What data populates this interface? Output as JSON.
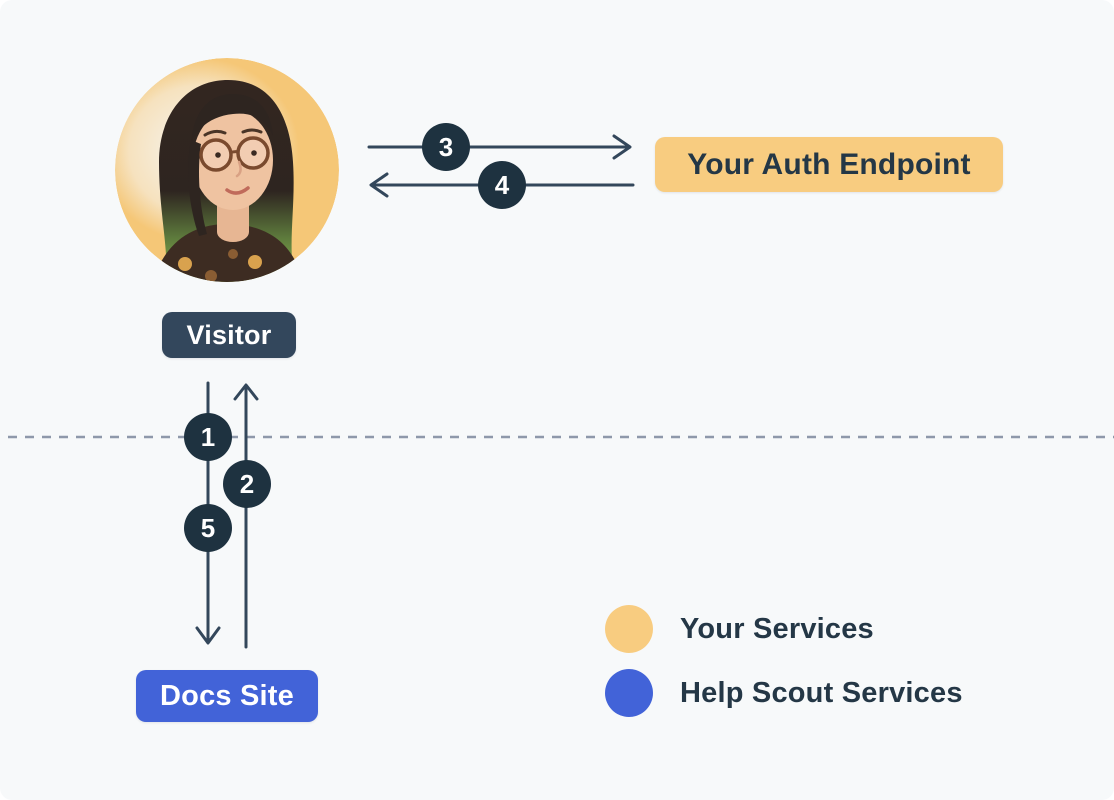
{
  "nodes": {
    "visitor": {
      "label": "Visitor"
    },
    "auth_endpoint": {
      "label": "Your Auth Endpoint"
    },
    "docs_site": {
      "label": "Docs Site"
    }
  },
  "steps": [
    {
      "number": "1",
      "from": "visitor",
      "to": "docs_site",
      "direction": "down"
    },
    {
      "number": "2",
      "from": "docs_site",
      "to": "visitor",
      "direction": "up"
    },
    {
      "number": "3",
      "from": "visitor",
      "to": "auth_endpoint",
      "direction": "right"
    },
    {
      "number": "4",
      "from": "auth_endpoint",
      "to": "visitor",
      "direction": "left"
    },
    {
      "number": "5",
      "from": "visitor",
      "to": "docs_site",
      "direction": "down"
    }
  ],
  "legend": {
    "items": [
      {
        "label": "Your Services",
        "color": "#f8cc80"
      },
      {
        "label": "Help Scout Services",
        "color": "#4263d8"
      }
    ]
  },
  "colors": {
    "canvas_background": "#f7f9fa",
    "your_services_yellow": "#f8cc80",
    "helpscout_services_blue": "#4263d8",
    "step_circle_dark": "#1e3240",
    "visitor_badge_slate": "#33475c",
    "arrow_line": "#33475b",
    "dashed_divider": "#8e98aa",
    "dark_text": "#243746"
  }
}
